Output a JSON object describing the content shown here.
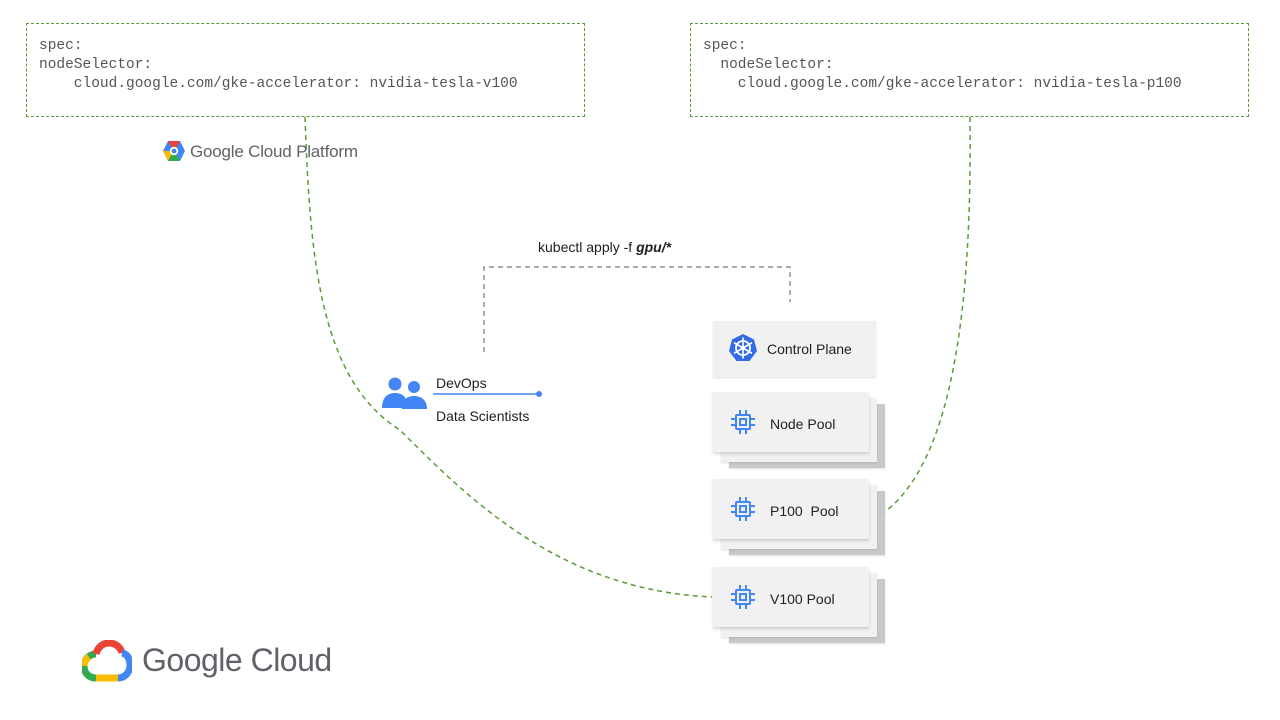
{
  "code_left": {
    "lines": [
      "spec:",
      "nodeSelector:",
      "    cloud.google.com/gke-accelerator: nvidia-tesla-v100"
    ]
  },
  "code_right": {
    "lines": [
      "spec:",
      "  nodeSelector:",
      "    cloud.google.com/gke-accelerator: nvidia-tesla-p100"
    ]
  },
  "gcp_logo": {
    "text": "Google Cloud Platform"
  },
  "command": {
    "prefix": "kubectl apply -f ",
    "arg": "gpu/*"
  },
  "team": {
    "line1": "DevOps",
    "line2": "Data Scientists"
  },
  "cluster": {
    "control_plane": "Control Plane",
    "node_pool": "Node Pool",
    "p100_pool": "P100  Pool",
    "v100_pool": "V100 Pool"
  },
  "footer_logo": {
    "text": "Google Cloud"
  },
  "colors": {
    "dashed_green": "#5b9a3c",
    "dashed_gray": "#777777",
    "google_blue": "#4285f4",
    "google_red": "#ea4335",
    "google_yellow": "#fbbc04",
    "google_green": "#34a853",
    "k8s_blue": "#326ce5"
  }
}
